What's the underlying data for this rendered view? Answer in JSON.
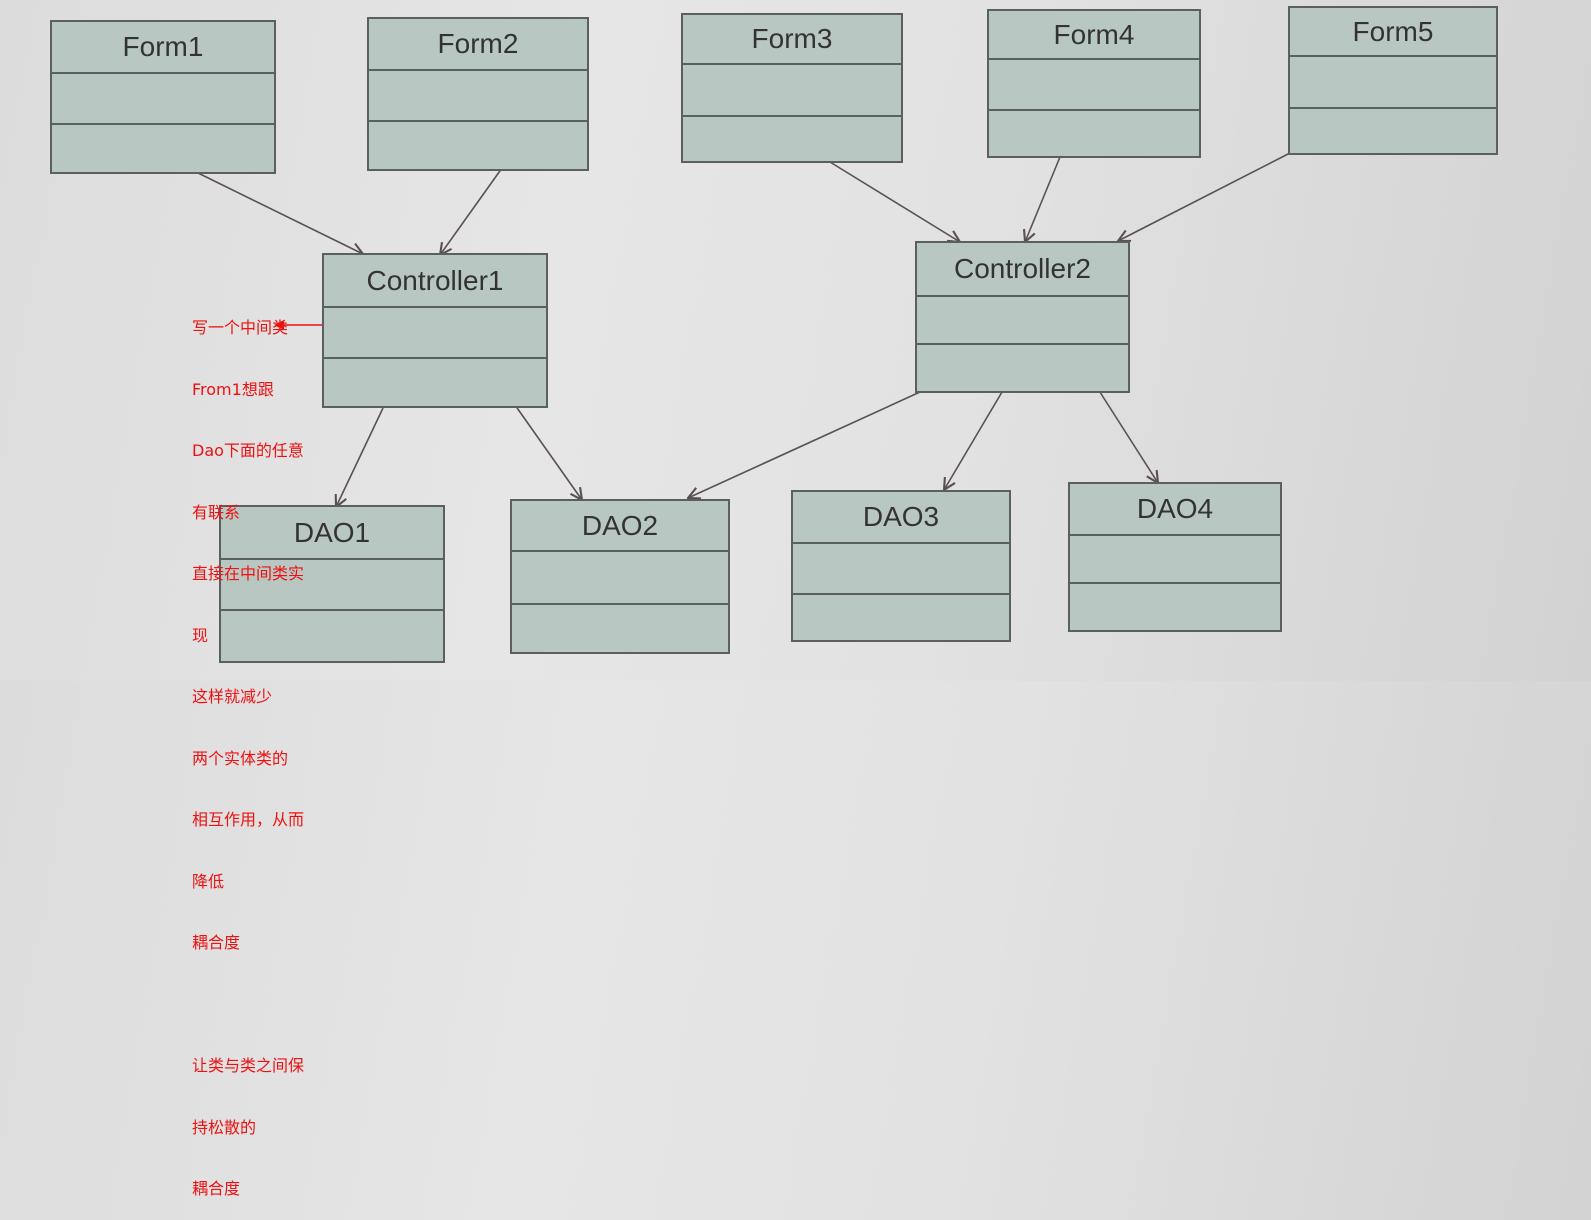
{
  "classes": {
    "form1": {
      "name": "Form1"
    },
    "form2": {
      "name": "Form2"
    },
    "form3": {
      "name": "Form3"
    },
    "form4": {
      "name": "Form4"
    },
    "form5": {
      "name": "Form5"
    },
    "controller1": {
      "name": "Controller1"
    },
    "controller2": {
      "name": "Controller2"
    },
    "dao1": {
      "name": "DAO1"
    },
    "dao2": {
      "name": "DAO2"
    },
    "dao3": {
      "name": "DAO3"
    },
    "dao4": {
      "name": "DAO4"
    }
  },
  "associations": [
    {
      "from": "Form1",
      "to": "Controller1"
    },
    {
      "from": "Form2",
      "to": "Controller1"
    },
    {
      "from": "Form3",
      "to": "Controller2"
    },
    {
      "from": "Form4",
      "to": "Controller2"
    },
    {
      "from": "Form5",
      "to": "Controller2"
    },
    {
      "from": "Controller1",
      "to": "DAO1"
    },
    {
      "from": "Controller1",
      "to": "DAO2"
    },
    {
      "from": "Controller2",
      "to": "DAO2"
    },
    {
      "from": "Controller2",
      "to": "DAO3"
    },
    {
      "from": "Controller2",
      "to": "DAO4"
    }
  ],
  "note": {
    "lines": [
      "写一个中间类",
      "From1想跟",
      "Dao下面的任意",
      "有联系",
      "直接在中间类实",
      "现",
      "这样就减少",
      "两个实体类的",
      "相互作用，从而",
      "降低",
      "耦合度",
      "",
      "让类与类之间保",
      "持松散的",
      "耦合度"
    ],
    "color": "#ee1111"
  },
  "colors": {
    "box_fill": "#b9c7c3",
    "box_border": "#5a5f5f",
    "arrow": "#5a5050"
  }
}
